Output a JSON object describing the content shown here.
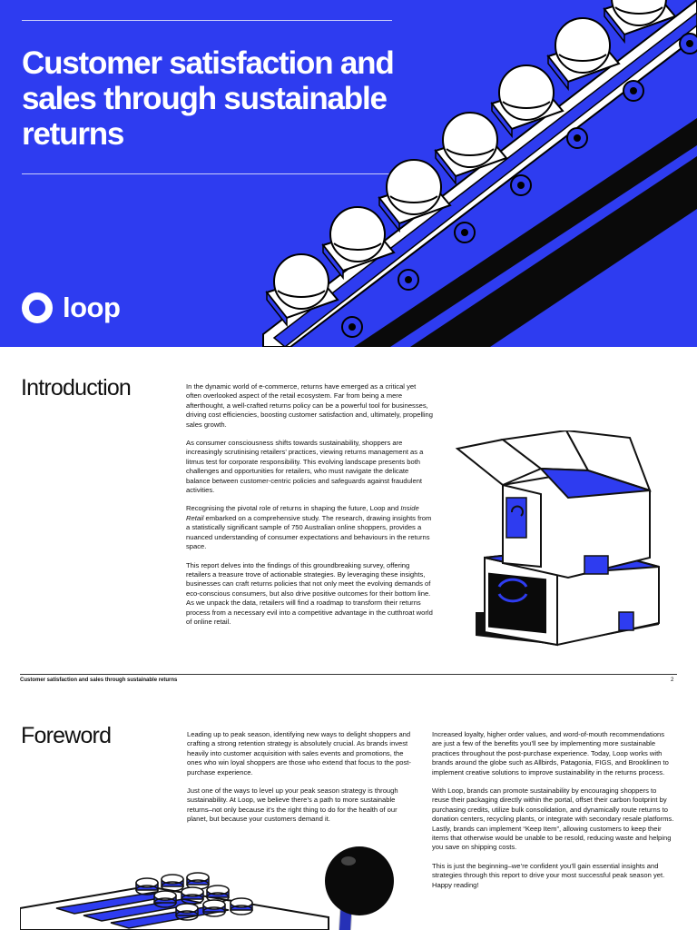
{
  "page1": {
    "title": "Customer satisfaction and sales through sustainable returns",
    "logo_text": "loop",
    "intro": {
      "heading": "Introduction",
      "p1": "In the dynamic world of e-commerce, returns have emerged as a critical yet often overlooked aspect of the retail ecosystem. Far from being a mere afterthought, a well-crafted returns policy can be a powerful tool for businesses, driving cost efficiencies, boosting customer satisfaction and, ultimately, propelling sales growth.",
      "p2": "As consumer consciousness shifts towards sustainability, shoppers are increasingly scrutinising retailers’ practices, viewing returns management as a litmus test for corporate responsibility. This evolving landscape presents both challenges and opportunities for retailers, who must navigate the delicate balance between customer-centric policies and safeguards against fraudulent activities.",
      "p3_before": "Recognising the pivotal role of returns in shaping the future, Loop and ",
      "p3_em": "Inside Retail",
      "p3_after": " embarked on a comprehensive study. The research, drawing insights from a statistically significant sample of 750 Australian online shoppers, provides a nuanced understanding of consumer expectations and behaviours in the returns space.",
      "p4": "This report delves into the findings of this groundbreaking survey, offering retailers a treasure trove of actionable strategies. By leveraging these insights, businesses can craft returns policies that not only meet the evolving demands of eco-conscious consumers, but also drive positive outcomes for their bottom line. As we unpack the data, retailers will find a roadmap to transform their returns process from a necessary evil into a competitive advantage in the cutthroat world of online retail."
    },
    "footer_title": "Customer satisfaction and sales through sustainable returns",
    "page_number": "2"
  },
  "page2": {
    "heading": "Foreword",
    "col1_p1": "Leading up to peak season, identifying new ways to delight shoppers and crafting a strong retention strategy is absolutely crucial. As brands invest heavily into customer acquisition with sales events and promotions, the ones who win loyal shoppers are those who extend that focus to the post-purchase experience.",
    "col1_p2": "Just one of the ways to level up your peak season strategy is through sustainability. At Loop, we believe there’s a path to more sustainable returns–not only because it’s the right thing to do for the health of our planet, but because your customers demand it.",
    "col2_p1": "Increased loyalty, higher order values, and word-of-mouth recommendations are just a few of the benefits you’ll see by implementing more sustainable practices throughout the post-purchase experience. Today, Loop works with brands around the globe such as Allbirds, Patagonia, FIGS, and Brooklinen to implement creative solutions to improve sustainability in the returns process.",
    "col2_p2": "With Loop, brands can promote sustainability by encouraging shoppers to reuse their packaging directly within the portal, offset their carbon footprint by purchasing credits, utilize bulk consolidation, and dynamically route returns to donation centers, recycling plants, or integrate with secondary resale platforms. Lastly, brands can implement “Keep Item”, allowing customers to keep their items that otherwise would be unable to be resold, reducing waste and helping you save on shipping costs.",
    "col2_p3": "This is just the beginning–we’re confident you’ll gain essential insights and strategies through this report to drive your most successful peak season yet. Happy reading!"
  },
  "colors": {
    "brand_blue": "#2e3cf0",
    "ink": "#111111",
    "white": "#ffffff"
  },
  "icons": [
    "loop-logo-icon",
    "conveyor-illustration",
    "box-stack-illustration",
    "return-arrows-icon",
    "warehouse-illustration"
  ]
}
